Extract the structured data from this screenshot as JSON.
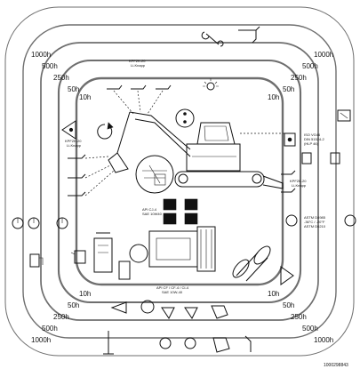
{
  "intervals": {
    "top_right": [
      "1000h",
      "500h",
      "250h",
      "50h",
      "10h"
    ],
    "top_left": [
      "1000h",
      "500h",
      "250h",
      "50h",
      "10h"
    ],
    "bottom_left": [
      "10h",
      "50h",
      "250h",
      "500h",
      "1000h"
    ],
    "bottom_right": [
      "10h",
      "50h",
      "250h",
      "500h",
      "1000h"
    ]
  },
  "icons": {
    "wrench": "wrench-icon",
    "grease_gun": "grease-gun-icon",
    "light": "work-light-icon",
    "engine_oil": "oil-can-icon",
    "hydraulic": "hydraulic-tank-icon",
    "battery": "battery-icon",
    "fuel": "fuel-pump-icon",
    "air_filter": "air-filter-icon",
    "coolant": "coolant-icon",
    "warning": "warning-triangle-icon"
  },
  "spec_labels": {
    "top_center": "KPF2K-20\nLi-Knapp",
    "left_mid": "KPF2K-20\nLi-Knapp",
    "right_mid": "KPF2K-20\nLi-Knapp",
    "hydraulic_oil": "API CJ-4\nSAE 10W40",
    "engine_oil": "API CF / CF-4 / CI-4\nSAE 10W-40",
    "coolant": "ASTM D4985\n-36°C / -20°F\nASTM D6210",
    "right_upper": "ISO VG46\nDIN 51524-2\n(HLP 46)"
  },
  "figure_code": "1000298843"
}
